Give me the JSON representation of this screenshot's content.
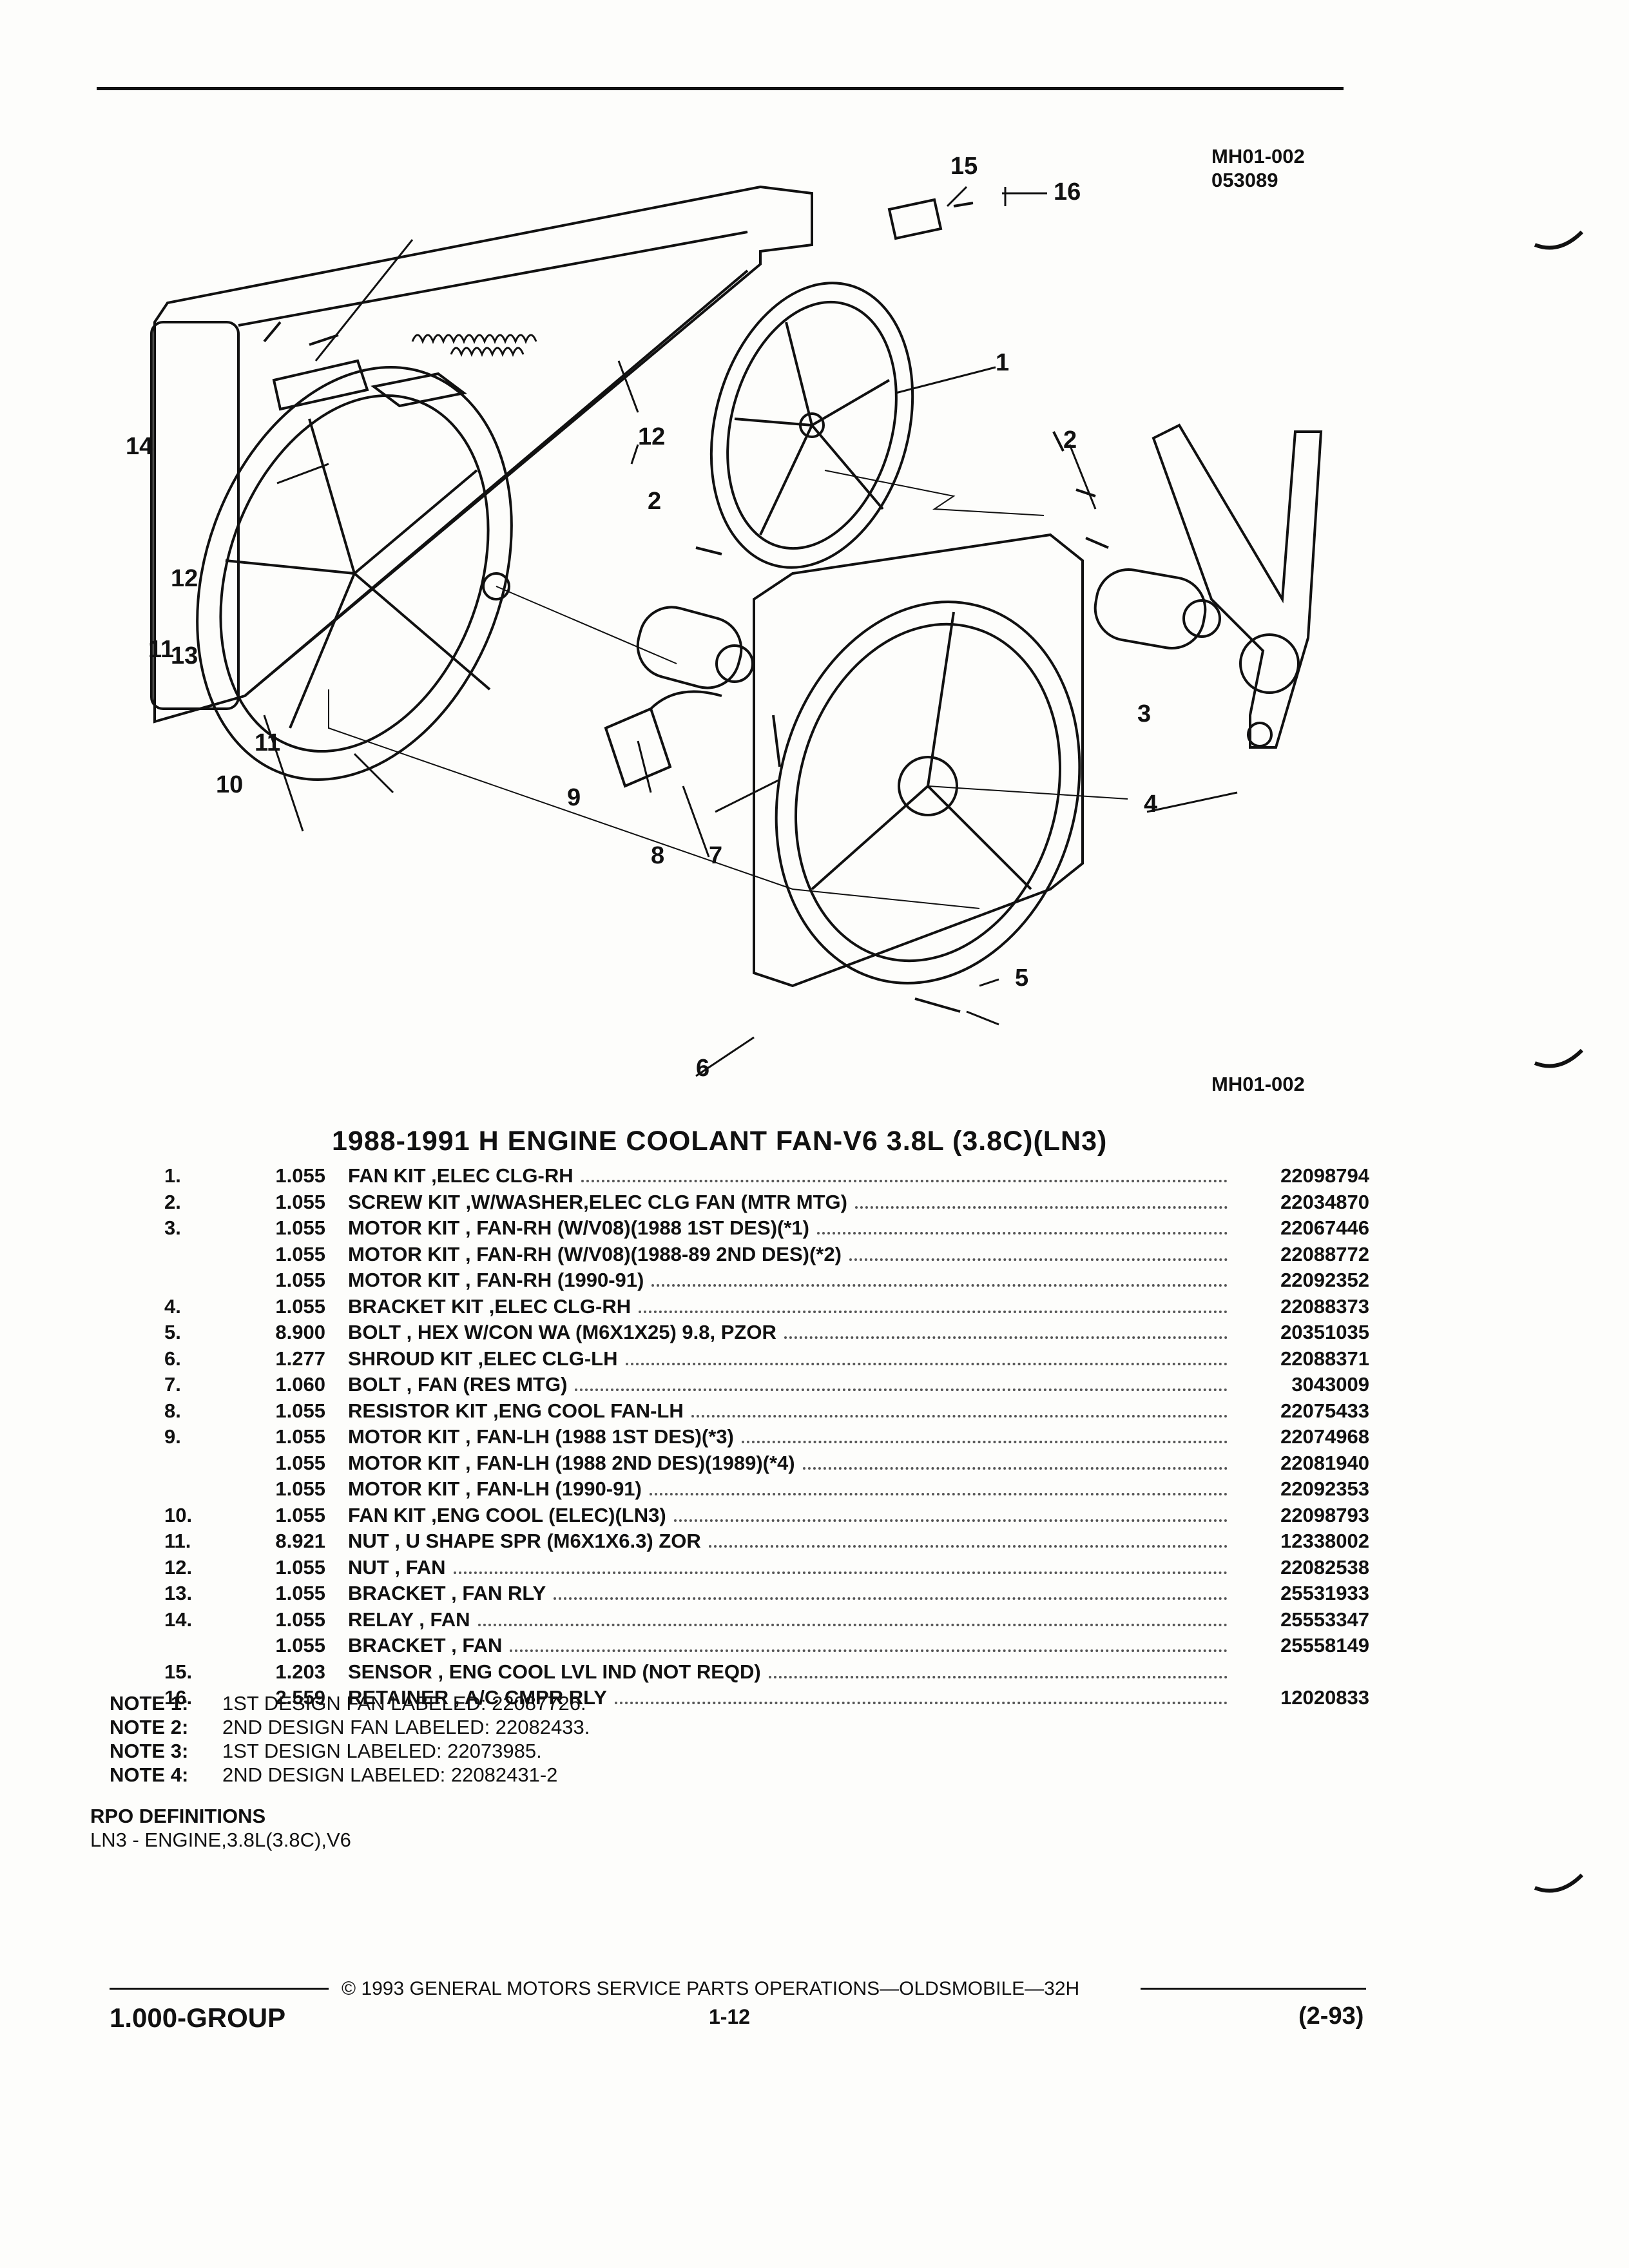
{
  "header": {
    "figure_code": "MH01-002",
    "figure_date": "053089"
  },
  "diagram": {
    "callouts": [
      "1",
      "2",
      "2",
      "3",
      "4",
      "5",
      "6",
      "7",
      "8",
      "9",
      "10",
      "11",
      "11",
      "12",
      "12",
      "13",
      "14",
      "15",
      "16"
    ],
    "caption_code": "MH01-002"
  },
  "title": "1988-1991 H ENGINE COOLANT FAN-V6 3.8L (3.8C)(LN3)",
  "parts": [
    {
      "item": "1.",
      "group": "1.055",
      "desc": "FAN KIT ,ELEC CLG-RH",
      "part": "22098794"
    },
    {
      "item": "2.",
      "group": "1.055",
      "desc": "SCREW KIT ,W/WASHER,ELEC CLG FAN (MTR MTG)",
      "part": "22034870"
    },
    {
      "item": "3.",
      "group": "1.055",
      "desc": "MOTOR KIT , FAN-RH (W/V08)(1988 1ST DES)(*1)",
      "part": "22067446"
    },
    {
      "item": "",
      "group": "1.055",
      "desc": "MOTOR KIT , FAN-RH (W/V08)(1988-89 2ND DES)(*2)",
      "part": "22088772"
    },
    {
      "item": "",
      "group": "1.055",
      "desc": "MOTOR KIT , FAN-RH (1990-91)",
      "part": "22092352"
    },
    {
      "item": "4.",
      "group": "1.055",
      "desc": "BRACKET KIT ,ELEC CLG-RH",
      "part": "22088373"
    },
    {
      "item": "5.",
      "group": "8.900",
      "desc": "BOLT , HEX W/CON WA (M6X1X25) 9.8, PZOR",
      "part": "20351035"
    },
    {
      "item": "6.",
      "group": "1.277",
      "desc": "SHROUD KIT ,ELEC CLG-LH",
      "part": "22088371"
    },
    {
      "item": "7.",
      "group": "1.060",
      "desc": "BOLT , FAN (RES MTG)",
      "part": "3043009"
    },
    {
      "item": "8.",
      "group": "1.055",
      "desc": "RESISTOR KIT ,ENG COOL FAN-LH",
      "part": "22075433"
    },
    {
      "item": "9.",
      "group": "1.055",
      "desc": "MOTOR KIT , FAN-LH (1988 1ST DES)(*3)",
      "part": "22074968"
    },
    {
      "item": "",
      "group": "1.055",
      "desc": "MOTOR KIT , FAN-LH (1988 2ND DES)(1989)(*4)",
      "part": "22081940"
    },
    {
      "item": "",
      "group": "1.055",
      "desc": "MOTOR KIT , FAN-LH (1990-91)",
      "part": "22092353"
    },
    {
      "item": "10.",
      "group": "1.055",
      "desc": "FAN KIT ,ENG COOL (ELEC)(LN3)",
      "part": "22098793"
    },
    {
      "item": "11.",
      "group": "8.921",
      "desc": "NUT , U SHAPE SPR (M6X1X6.3) ZOR",
      "part": "12338002"
    },
    {
      "item": "12.",
      "group": "1.055",
      "desc": "NUT , FAN",
      "part": "22082538"
    },
    {
      "item": "13.",
      "group": "1.055",
      "desc": "BRACKET , FAN RLY",
      "part": "25531933"
    },
    {
      "item": "14.",
      "group": "1.055",
      "desc": "RELAY , FAN",
      "part": "25553347"
    },
    {
      "item": "",
      "group": "1.055",
      "desc": "BRACKET , FAN",
      "part": "25558149"
    },
    {
      "item": "15.",
      "group": "1.203",
      "desc": "SENSOR , ENG COOL LVL IND (NOT REQD)",
      "part": ""
    },
    {
      "item": "16.",
      "group": "2.559",
      "desc": "RETAINER , A/C CMPR RLY",
      "part": "12020833"
    }
  ],
  "notes": [
    {
      "label": "NOTE 1:",
      "text": "1ST DESIGN FAN LABELED: 22087726."
    },
    {
      "label": "NOTE 2:",
      "text": "2ND DESIGN FAN LABELED: 22082433."
    },
    {
      "label": "NOTE 3:",
      "text": "1ST DESIGN LABELED: 22073985."
    },
    {
      "label": "NOTE 4:",
      "text": "2ND DESIGN LABELED: 22082431-2"
    }
  ],
  "rpo": {
    "heading": "RPO DEFINITIONS",
    "line": "LN3 - ENGINE,3.8L(3.8C),V6"
  },
  "footer": {
    "copyright": "© 1993 GENERAL MOTORS SERVICE PARTS OPERATIONS—OLDSMOBILE—32H",
    "group": "1.000-GROUP",
    "page": "1-12",
    "date": "(2-93)"
  }
}
